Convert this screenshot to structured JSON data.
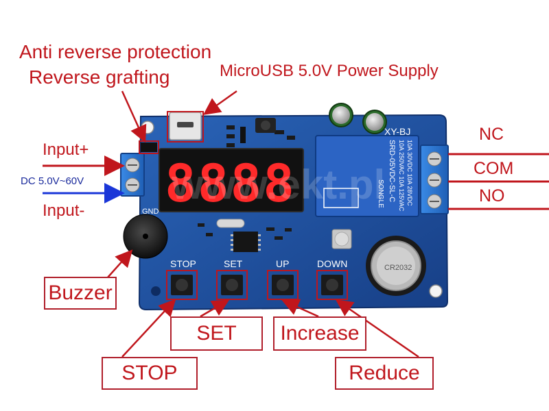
{
  "annotations": {
    "anti_reverse": "Anti reverse protection",
    "reverse_grafting": "Reverse grafting",
    "micro_usb": "MicroUSB 5.0V Power Supply",
    "input_plus": "Input+",
    "input_minus": "Input-",
    "dc_range": "DC 5.0V~60V",
    "nc": "NC",
    "com": "COM",
    "no": "NO"
  },
  "boxes": {
    "buzzer": "Buzzer",
    "set": "SET",
    "increase": "Increase",
    "stop": "STOP",
    "reduce": "Reduce"
  },
  "board": {
    "model": "XY-BJ",
    "gnd": "GND",
    "buttons": [
      "STOP",
      "SET",
      "UP",
      "DOWN"
    ],
    "relay_model": "SRD-05VDC-SL-C",
    "relay_brand": "SONGLE",
    "relay_ratings": [
      "10A 250VAC 10A 125VAC",
      "10A 30VDC 10A 28VDC"
    ],
    "battery": "CR2032",
    "display": "8888",
    "watermark": "www.ekt.pl"
  },
  "colors": {
    "board_blue": "#1d4f9e",
    "annotation_red": "#c0161c",
    "line_blue": "#1a36d8",
    "display_red": "#ff2a2a",
    "terminal_blue": "#2a78d8"
  }
}
